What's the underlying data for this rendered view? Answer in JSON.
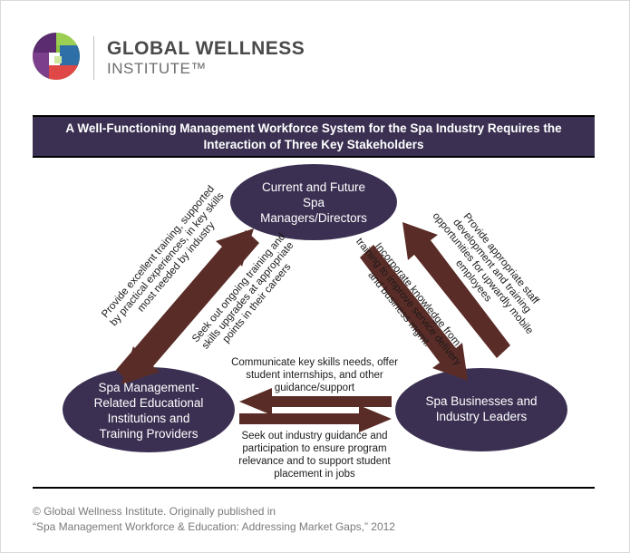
{
  "brand": {
    "name": "GLOBAL WELLNESS",
    "sub": "INSTITUTE™"
  },
  "title": "A Well-Functioning Management Workforce System for the Spa Industry Requires the Interaction of Three Key Stakeholders",
  "nodes": {
    "top": "Current and Future Spa Managers/Directors",
    "left": "Spa Management-Related Educational Institutions and Training Providers",
    "right": "Spa Businesses and Industry Leaders"
  },
  "relations": {
    "left_outer": "Provide excellent training, supported by practical experiences, in key skills most needed by industry",
    "left_inner": "Seek out ongoing training and skills upgrades at appropriate points in their careers",
    "right_inner": "Incorporate knowledge from training to improve service delivery and business mgmt.",
    "right_outer": "Provide appropriate staff development and training opportunities for upwardly mobile employees",
    "bottom_top": "Communicate key skills needs, offer student internships, and other guidance/support",
    "bottom_bottom": "Seek out industry guidance and participation to ensure program relevance and to support student placement in jobs"
  },
  "footer": {
    "line1": "© Global Wellness Institute. Originally published in",
    "line2": "“Spa Management Workforce & Education: Addressing Market Gaps,” 2012"
  },
  "colors": {
    "node_fill": "#3b3052",
    "arrow": "#5a2c27",
    "title_bg": "#3b3052"
  }
}
